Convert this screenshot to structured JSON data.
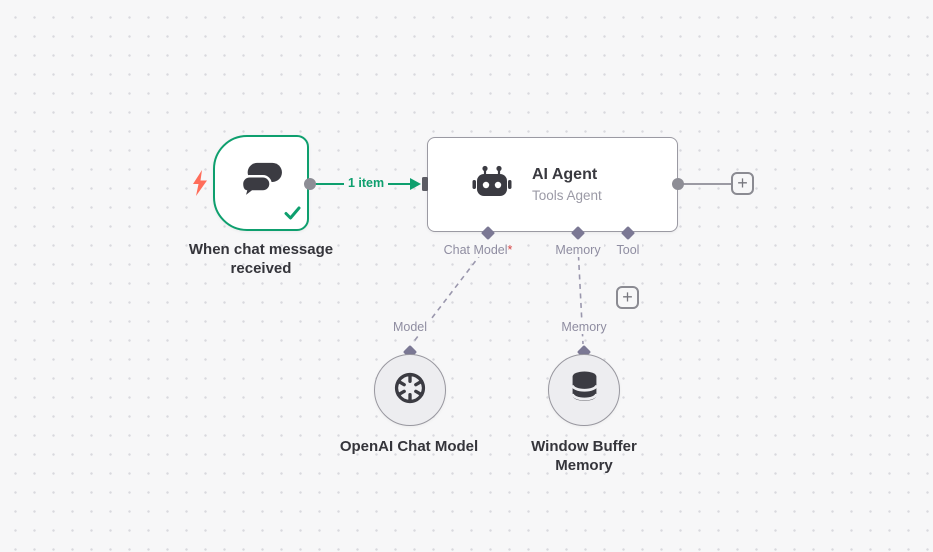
{
  "canvas": {
    "background": "#f7f7f8",
    "grid_dot_color": "#d9d9de"
  },
  "colors": {
    "success_green": "#0e9f6e",
    "connector_gray": "#8d8d95",
    "port_purple": "#7b7894",
    "required_red": "#d64545",
    "trigger_bolt_orange": "#ff6d5a",
    "node_border_gray": "#9b9aa3",
    "title_text": "#39393f",
    "muted_text": "#9b9aa6"
  },
  "nodes": {
    "trigger": {
      "label": "When chat message received",
      "icon": "chat-bubbles-icon",
      "status": "success"
    },
    "ai_agent": {
      "title": "AI Agent",
      "subtitle": "Tools Agent",
      "icon": "robot-icon",
      "ports": {
        "chat_model": {
          "label": "Chat Model",
          "required_marker": "*"
        },
        "memory": {
          "label": "Memory"
        },
        "tool": {
          "label": "Tool"
        }
      }
    },
    "openai_model": {
      "label": "OpenAI Chat Model",
      "icon": "openai-icon",
      "connection_label": "Model"
    },
    "window_buffer_memory": {
      "label": "Window Buffer Memory",
      "icon": "database-icon",
      "connection_label": "Memory"
    }
  },
  "connections": {
    "trigger_to_agent": {
      "label": "1 item"
    }
  },
  "buttons": {
    "add_node_plus": "+"
  }
}
